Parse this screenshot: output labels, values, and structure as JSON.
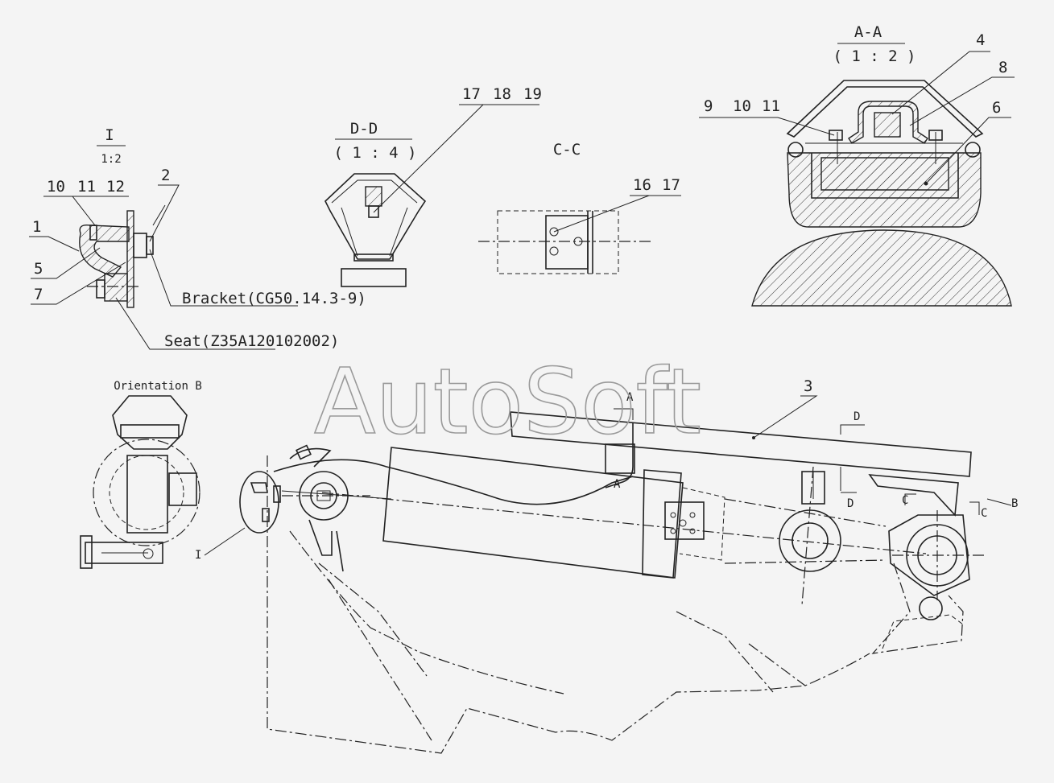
{
  "watermark": "AutoSoft",
  "views": {
    "detail_i": {
      "title": "I",
      "scale": "1:2"
    },
    "section_dd": {
      "title": "D-D",
      "scale": "( 1 : 4 )"
    },
    "section_cc": {
      "title": "C-C"
    },
    "section_aa": {
      "title": "A-A",
      "scale": "( 1 : 2 )"
    },
    "orientation_b": {
      "title": "Orientation B"
    }
  },
  "annotations": {
    "bracket": "Bracket(CG50.14.3-9)",
    "seat": "Seat(Z35A120102002)"
  },
  "callouts": {
    "detail_i": [
      "10",
      "11",
      "12",
      "2",
      "1",
      "5",
      "7"
    ],
    "section_dd": [
      "17",
      "18",
      "19"
    ],
    "section_cc": [
      "16",
      "17"
    ],
    "section_aa": [
      "4",
      "8",
      "6",
      "9",
      "10",
      "11"
    ],
    "main": [
      "3"
    ]
  },
  "section_marks": {
    "a_top": "A",
    "a_bottom": "A",
    "d_top": "D",
    "d_bottom": "D",
    "c_left": "C",
    "c_right": "C",
    "b": "B",
    "detail": "I"
  }
}
